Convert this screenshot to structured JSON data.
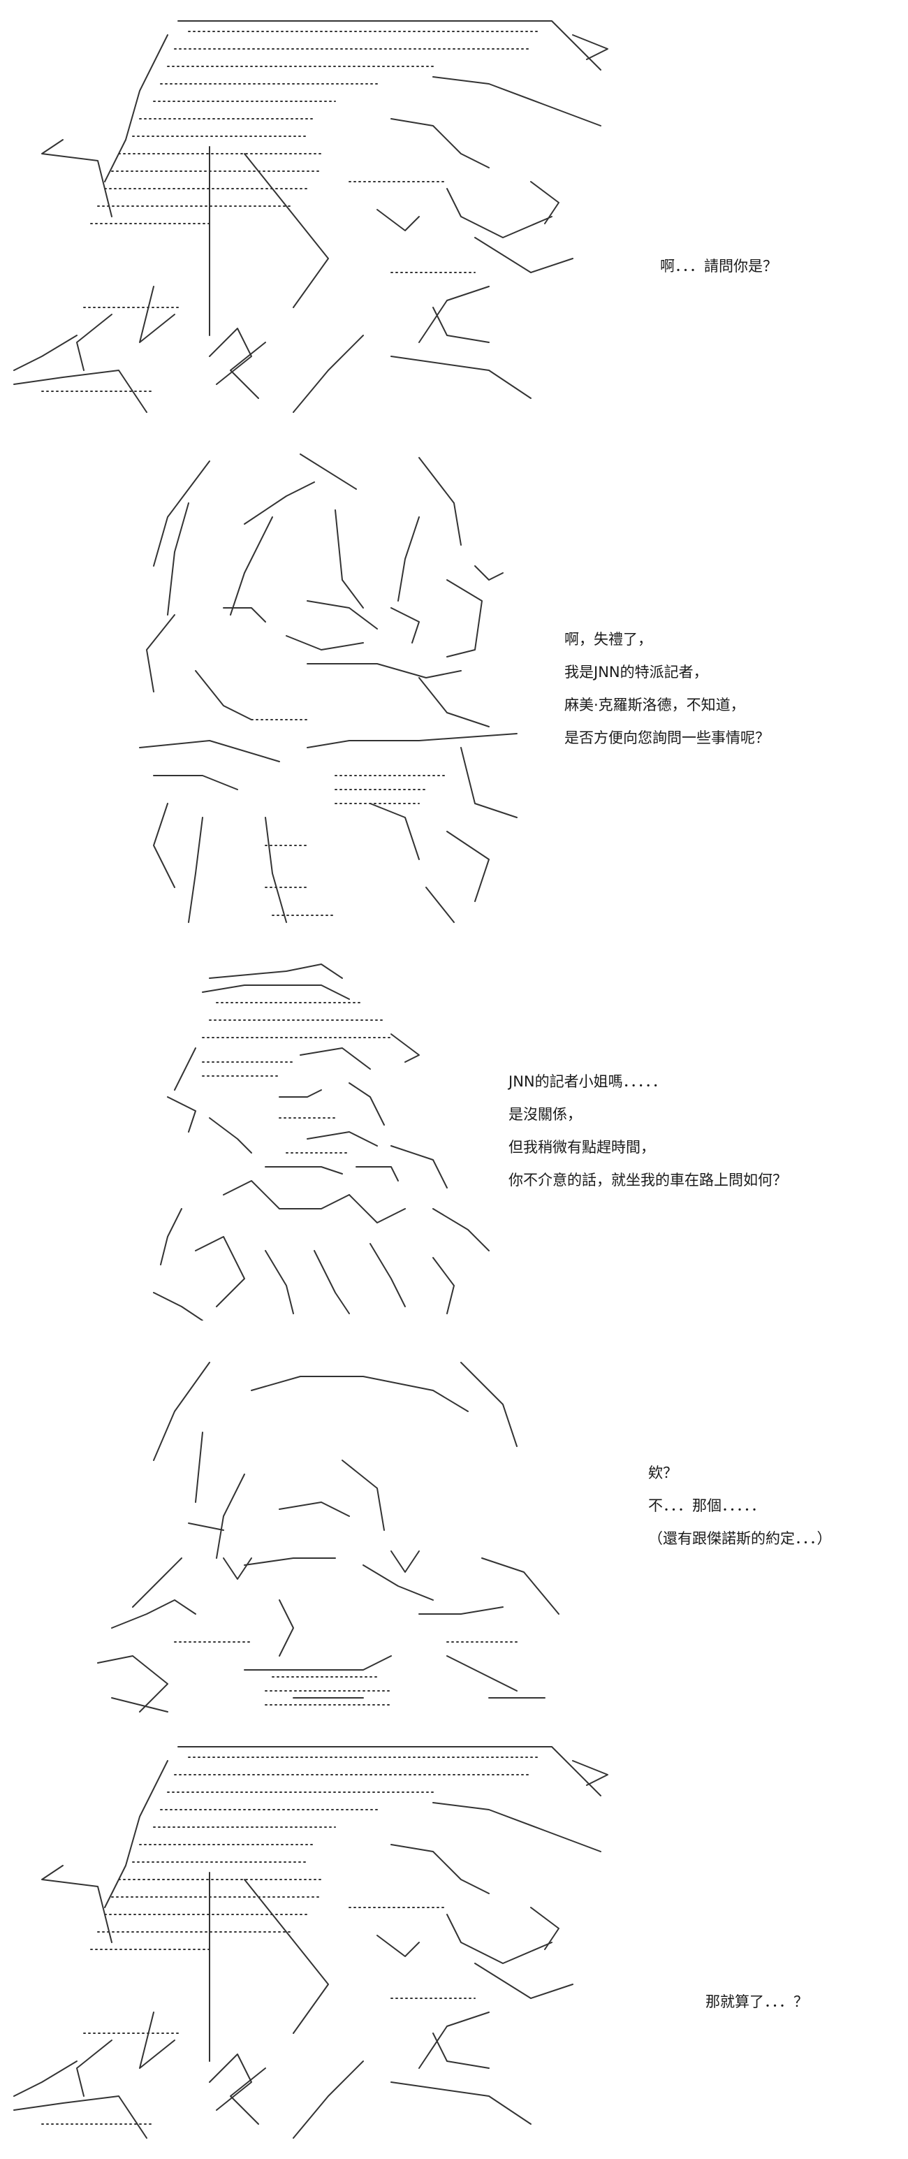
{
  "panels": [
    {
      "lines": [
        "啊．．．請問你是？"
      ]
    },
    {
      "lines": [
        "啊，失禮了，",
        "我是JNN的特派記者，",
        "麻美·克羅斯洛德，不知道，",
        "是否方便向您詢問一些事情呢？"
      ]
    },
    {
      "lines": [
        "JNN的記者小姐嗎．．．．．",
        "是沒關係，",
        "但我稍微有點趕時間，",
        "你不介意的話，就坐我的車在路上問如何？"
      ]
    },
    {
      "lines": [
        "欸？",
        "不．．．那個．．．．．",
        "（還有跟傑諾斯的約定．．．）"
      ]
    },
    {
      "lines": [
        "那就算了．．．？"
      ]
    }
  ],
  "art": [
    {
      "subject": "ascii-art-character-hat-figure"
    },
    {
      "subject": "ascii-art-reporter-girl"
    },
    {
      "subject": "ascii-art-man-with-cigarette"
    },
    {
      "subject": "ascii-art-reporter-girl-surprised"
    },
    {
      "subject": "ascii-art-character-hat-figure"
    }
  ]
}
